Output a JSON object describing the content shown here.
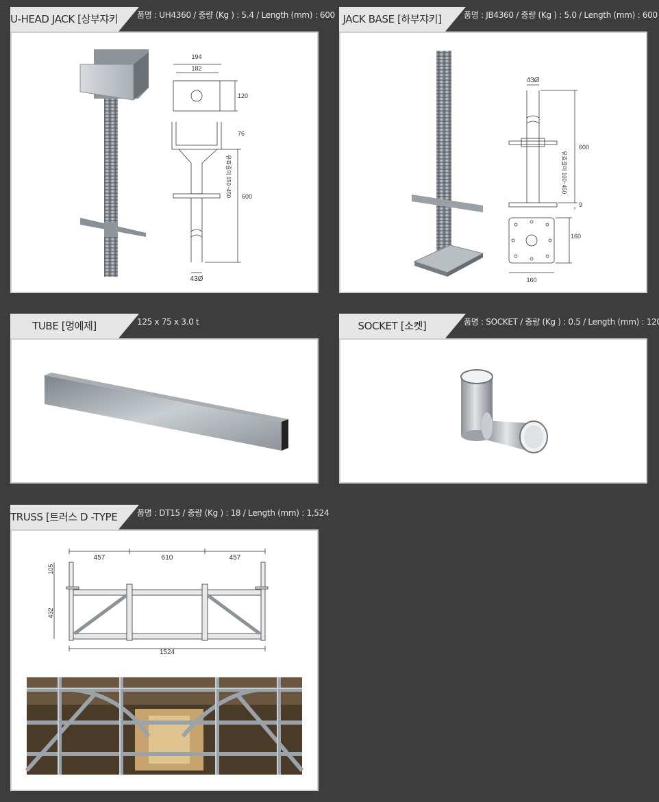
{
  "products": [
    {
      "id": "uhead",
      "title": "U-HEAD JACK [상부쟈키]",
      "spec": "품명 : UH4360 / 중량 (Kg ) : 5.4 / Length (mm) : 600",
      "dims": {
        "top_width": "194",
        "inner_width": "182",
        "plate_height": "120",
        "u_height": "76",
        "length": "600",
        "diameter": "43Ø",
        "stroke": "유효길이 150~450"
      }
    },
    {
      "id": "jackbase",
      "title": "JACK BASE [하부쟈키]",
      "spec": "품명 : JB4360 / 중량 (Kg ) : 5.0 / Length (mm) : 600",
      "dims": {
        "diameter": "43Ø",
        "length": "600",
        "base_thickness": "9",
        "plate_size_v": "160",
        "plate_size_h": "160",
        "stroke": "유효길이 100~450"
      }
    },
    {
      "id": "tube",
      "title": "TUBE [멍에제]",
      "spec": "125 x 75 x 3.0 t"
    },
    {
      "id": "socket",
      "title": "SOCKET [소켓]",
      "spec": "품명 : SOCKET / 중량 (Kg ) : 0.5 / Length (mm) : 120"
    },
    {
      "id": "truss",
      "title": "TRUSS [트러스 D -TYPE]",
      "spec": "품명 : DT15 / 중량 (Kg ) : 18 / Length (mm) : 1,524",
      "dims": {
        "seg_left": "457",
        "seg_mid": "610",
        "seg_right": "457",
        "top_height": "105",
        "height": "432",
        "total_length": "1524"
      }
    }
  ],
  "colors": {
    "background": "#3d3d3d",
    "tab": "#e6e6e6",
    "panel_border": "#cfcfcf",
    "steel": "#9aa1a8"
  }
}
